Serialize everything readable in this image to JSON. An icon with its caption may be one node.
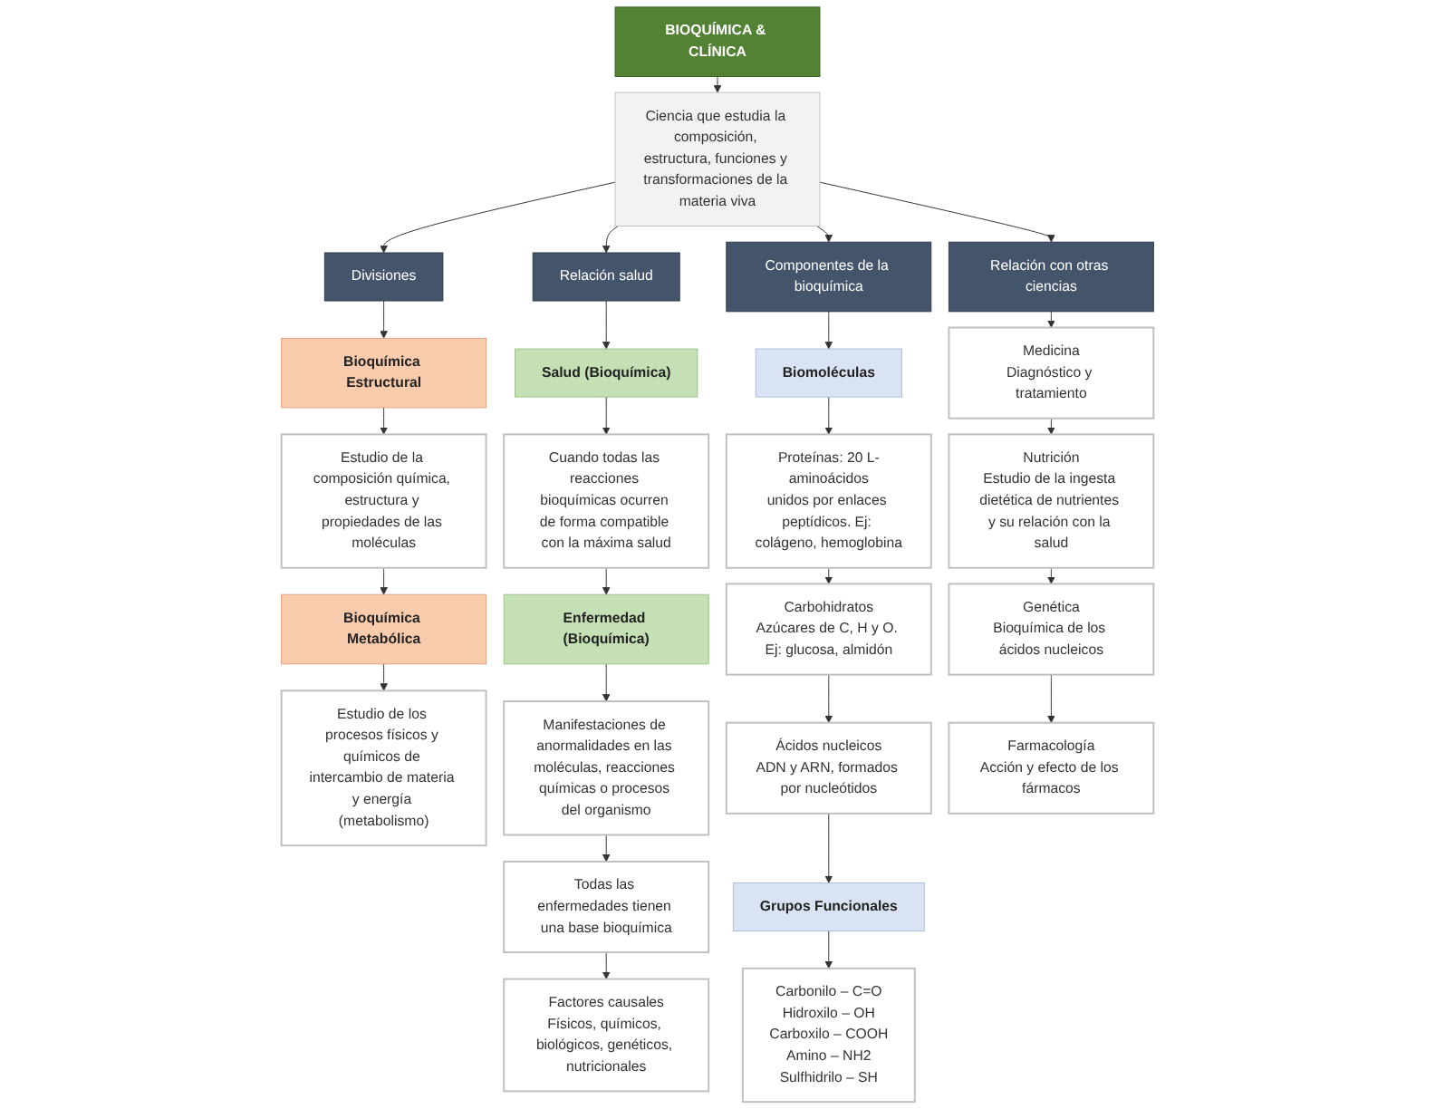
{
  "diagram": {
    "nodes": [
      {
        "text": [
          "BIOQUÍMICA & CLÍNICA"
        ]
      },
      {
        "text": [
          "Ciencia que estudia la composición, estructura, funciones y transformaciones de la materia viva"
        ]
      },
      {
        "text": [
          "Divisiones"
        ]
      },
      {
        "text": [
          "Bioquímica Estructural"
        ]
      },
      {
        "text": [
          "Estudio de la composición química, estructura y propiedades de las moléculas"
        ]
      },
      {
        "text": [
          "Bioquímica Metabólica"
        ]
      },
      {
        "text": [
          "Estudio de los procesos físicos y químicos de intercambio de materia y energía (metabolismo)"
        ]
      },
      {
        "text": [
          "Relación salud"
        ]
      },
      {
        "text": [
          "Salud (Bioquímica)"
        ]
      },
      {
        "text": [
          "Cuando todas las reacciones bioquímicas ocurren de forma compatible con la máxima salud"
        ]
      },
      {
        "text": [
          "Enfermedad (Bioquímica)"
        ]
      },
      {
        "text": [
          "Manifestaciones de anormalidades en las moléculas, reacciones químicas o procesos del organismo"
        ]
      },
      {
        "text": [
          "Todas las enfermedades tienen una base bioquímica"
        ]
      },
      {
        "text": [
          "Factores causales",
          "Físicos, químicos, biológicos, genéticos, nutricionales"
        ]
      },
      {
        "text": [
          "Componentes de la bioquímica"
        ]
      },
      {
        "text": [
          "Biomoléculas"
        ]
      },
      {
        "text": [
          "Proteínas: 20 L-aminoácidos",
          "unidos por enlaces peptídicos. Ej: colágeno, hemoglobina"
        ]
      },
      {
        "text": [
          "Carbohidratos",
          "Azúcares de C, H y O. Ej: glucosa, almidón"
        ]
      },
      {
        "text": [
          "Ácidos nucleicos",
          "ADN y ARN, formados por nucleótidos"
        ]
      },
      {
        "text": [
          "Grupos Funcionales"
        ]
      },
      {
        "text": [
          "Carbonilo – C=O",
          "Hidroxilo – OH",
          "Carboxilo – COOH",
          "Amino – NH2",
          "Sulfhidrilo – SH"
        ]
      },
      {
        "text": [
          "Relación con otras ciencias"
        ]
      },
      {
        "text": [
          "Medicina",
          "Diagnóstico y tratamiento"
        ]
      },
      {
        "text": [
          "Nutrición",
          "Estudio de la ingesta dietética de nutrientes y su relación con la salud"
        ]
      },
      {
        "text": [
          "Genética",
          "Bioquímica de los ácidos nucleicos"
        ]
      },
      {
        "text": [
          "Farmacología",
          "Acción y efecto de los fármacos"
        ]
      }
    ],
    "edges": [
      {
        "from": 0,
        "to": 1,
        "arrow": "to"
      },
      {
        "from": 1,
        "to": 2,
        "arrow": "to"
      },
      {
        "from": 1,
        "to": 7,
        "arrow": "to"
      },
      {
        "from": 1,
        "to": 14,
        "arrow": "to"
      },
      {
        "from": 1,
        "to": 21,
        "arrow": "to"
      },
      {
        "from": 2,
        "to": 3,
        "arrow": "to"
      },
      {
        "from": 3,
        "to": 4,
        "arrow": "to"
      },
      {
        "from": 4,
        "to": 5,
        "arrow": "to"
      },
      {
        "from": 5,
        "to": 6,
        "arrow": "to"
      },
      {
        "from": 7,
        "to": 8,
        "arrow": "to"
      },
      {
        "from": 8,
        "to": 9,
        "arrow": "to"
      },
      {
        "from": 9,
        "to": 10,
        "arrow": "to"
      },
      {
        "from": 10,
        "to": 11,
        "arrow": "to"
      },
      {
        "from": 11,
        "to": 12,
        "arrow": "to"
      },
      {
        "from": 12,
        "to": 13,
        "arrow": "to"
      },
      {
        "from": 14,
        "to": 15,
        "arrow": "to"
      },
      {
        "from": 15,
        "to": 16,
        "arrow": "to"
      },
      {
        "from": 16,
        "to": 17,
        "arrow": "to"
      },
      {
        "from": 17,
        "to": 18,
        "arrow": "to"
      },
      {
        "from": 18,
        "to": 19,
        "arrow": "to"
      },
      {
        "from": 19,
        "to": 20,
        "arrow": "to"
      },
      {
        "from": 21,
        "to": 22,
        "arrow": "to"
      },
      {
        "from": 22,
        "to": 23,
        "arrow": "to"
      },
      {
        "from": 23,
        "to": 24,
        "arrow": "to"
      },
      {
        "from": 24,
        "to": 25,
        "arrow": "to"
      }
    ]
  }
}
